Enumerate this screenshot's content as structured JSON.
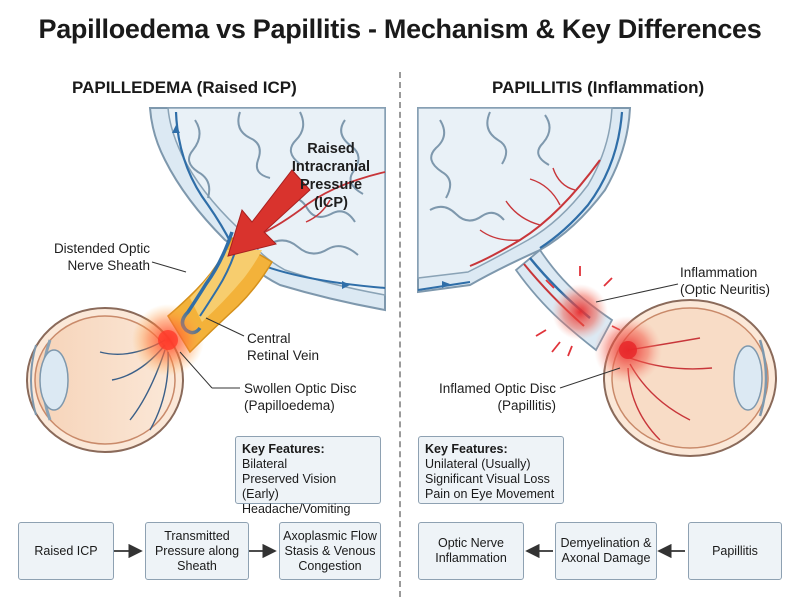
{
  "title": "Papilloedema vs Papillitis - Mechanism & Key Differences",
  "left": {
    "heading": "PAPILLEDEMA (Raised ICP)",
    "pressure_label": [
      "Raised",
      "Intracranial",
      "Pressure",
      "(ICP)"
    ],
    "sheath_label": [
      "Distended Optic",
      "Nerve Sheath"
    ],
    "vein_label": [
      "Central",
      "Retinal Vein"
    ],
    "disc_label": [
      "Swollen Optic Disc",
      "(Papilloedema)"
    ],
    "key_features": {
      "heading": "Key Features:",
      "items": [
        "Bilateral",
        "Preserved Vision (Early)",
        "Headache/Vomiting"
      ]
    },
    "flow": [
      [
        "Raised ICP"
      ],
      [
        "Transmitted",
        "Pressure along",
        "Sheath"
      ],
      [
        "Axoplasmic Flow",
        "Stasis & Venous",
        "Congestion"
      ]
    ]
  },
  "right": {
    "heading": "PAPILLITIS (Inflammation)",
    "inflammation_label": [
      "Inflammation",
      "(Optic Neuritis)"
    ],
    "disc_label": [
      "Inflamed Optic Disc",
      "(Papillitis)"
    ],
    "key_features": {
      "heading": "Key Features:",
      "items": [
        "Unilateral (Usually)",
        "Significant Visual Loss",
        "Pain on Eye Movement"
      ]
    },
    "flow": [
      [
        "Optic Nerve",
        "Inflammation"
      ],
      [
        "Demyelination &",
        "Axonal Damage"
      ],
      [
        "Papillitis"
      ]
    ]
  },
  "colors": {
    "csf": "#dce9f3",
    "vessel_blue": "#2f6ea8",
    "vessel_red": "#c8363a",
    "sheath_orange": "#f3b23a",
    "inflammation": "#ef4a3a",
    "box_fill": "#eef3f7",
    "box_border": "#8ea1b2"
  }
}
